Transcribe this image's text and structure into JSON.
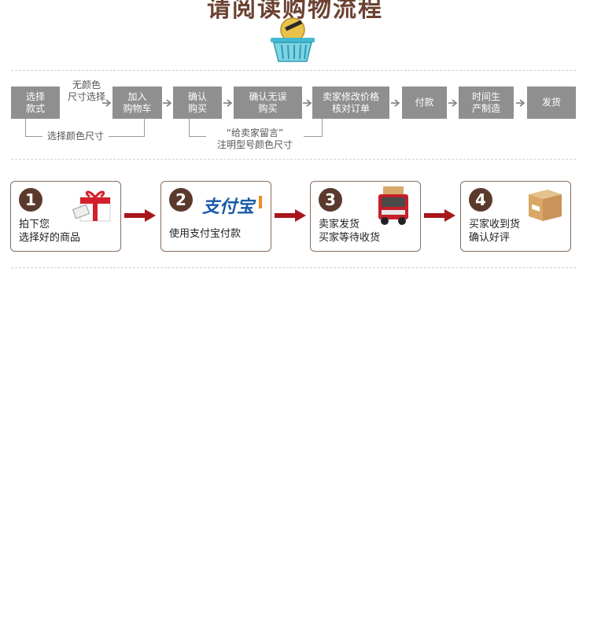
{
  "page": {
    "title": "请阅读购物流程"
  },
  "flow": {
    "steps": [
      {
        "label": "选择\n款式"
      },
      {
        "label": "加入\n购物车"
      },
      {
        "label": "确认\n购买"
      },
      {
        "label": "确认无误\n购买"
      },
      {
        "label": "卖家修改价格\n核对订单"
      },
      {
        "label": "付款"
      },
      {
        "label": "时间生\n产制造"
      },
      {
        "label": "发货"
      }
    ],
    "note_top": "无颜色\n尺寸选择",
    "note_bottom_left": "选择颜色尺寸",
    "note_bottom_mid": "“给卖家留言”\n注明型号颜色尺寸"
  },
  "process": {
    "cards": [
      {
        "number": "1",
        "text": "拍下您\n选择好的商品"
      },
      {
        "number": "2",
        "text": "使用支付宝付款",
        "logo": "支付宝"
      },
      {
        "number": "3",
        "text": "卖家发货\n买家等待收货"
      },
      {
        "number": "4",
        "text": "买家收到货\n确认好评"
      }
    ]
  },
  "icons": [
    "shopping-basket-icon",
    "gift-box-icon",
    "alipay-logo",
    "delivery-truck-icon",
    "cardboard-box-icon"
  ],
  "colors": {
    "title": "#6b4232",
    "step_box": "#8f8f8f",
    "card_border": "#8a6d5d",
    "badge": "#5b3a2d",
    "big_arrow": "#a8161b"
  }
}
